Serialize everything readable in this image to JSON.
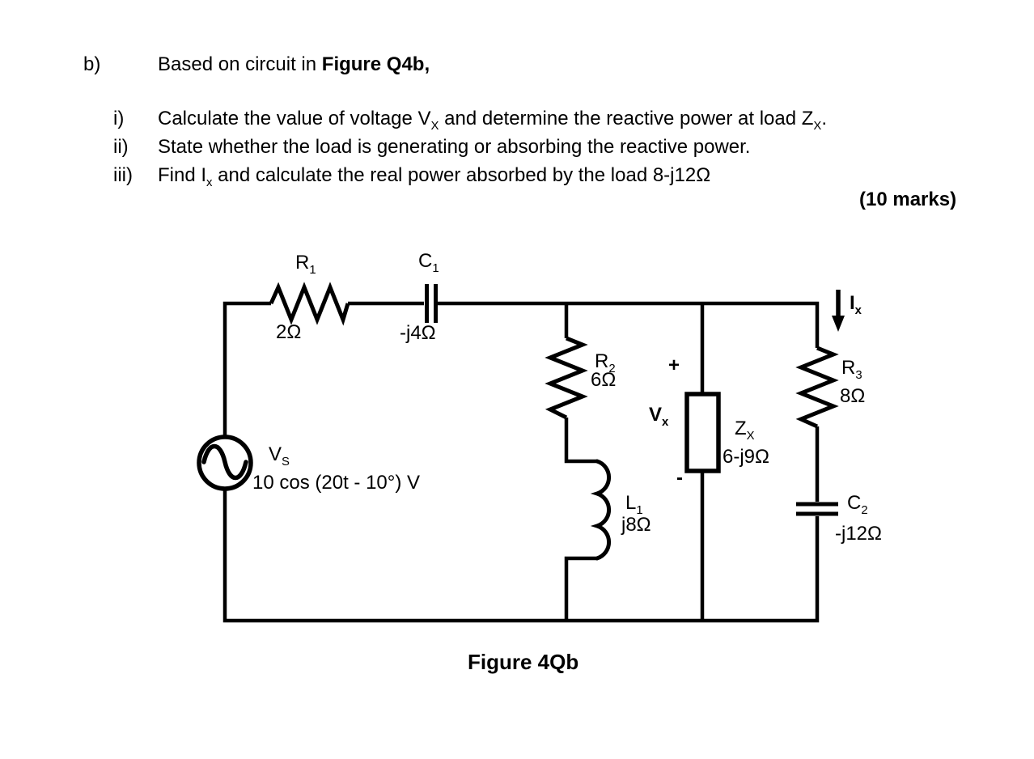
{
  "question": {
    "part_label": "b)",
    "intro_pre": "Based on circuit in ",
    "intro_bold": "Figure Q4b,",
    "items": [
      {
        "num": "i)",
        "pre": "Calculate the value of voltage V",
        "sub1": "X",
        "mid": " and determine the reactive power at load Z",
        "sub2": "X",
        "post": "."
      },
      {
        "num": "ii)",
        "pre": "State whether the load is generating or absorbing the reactive power.",
        "sub1": "",
        "mid": "",
        "sub2": "",
        "post": ""
      },
      {
        "num": "iii)",
        "pre": "Find I",
        "sub1": "x",
        "mid": " and calculate the real power absorbed by the load 8-j12Ω",
        "sub2": "",
        "post": ""
      }
    ],
    "marks": "(10 marks)"
  },
  "circuit": {
    "source": {
      "name": "V",
      "sub": "S",
      "value": "10 cos (20t - 10°) V"
    },
    "r1": {
      "name": "R",
      "sub": "1",
      "value": "2Ω"
    },
    "c1": {
      "name": "C",
      "sub": "1",
      "value": "-j4Ω"
    },
    "r2": {
      "name": "R",
      "sub": "2",
      "value": "6Ω"
    },
    "l1": {
      "name": "L",
      "sub": "1",
      "value": "j8Ω"
    },
    "zx": {
      "name": "Z",
      "sub": "X",
      "value": "6-j9Ω"
    },
    "vx": {
      "name": "V",
      "sub": "x",
      "plus": "+",
      "minus": "-"
    },
    "r3": {
      "name": "R",
      "sub": "3",
      "value": "8Ω"
    },
    "c2": {
      "name": "C",
      "sub": "2",
      "value": "-j12Ω"
    },
    "ix": {
      "name": "I",
      "sub": "x"
    },
    "stroke_color": "#000000",
    "background_color": "#ffffff"
  },
  "caption": "Figure 4Qb"
}
